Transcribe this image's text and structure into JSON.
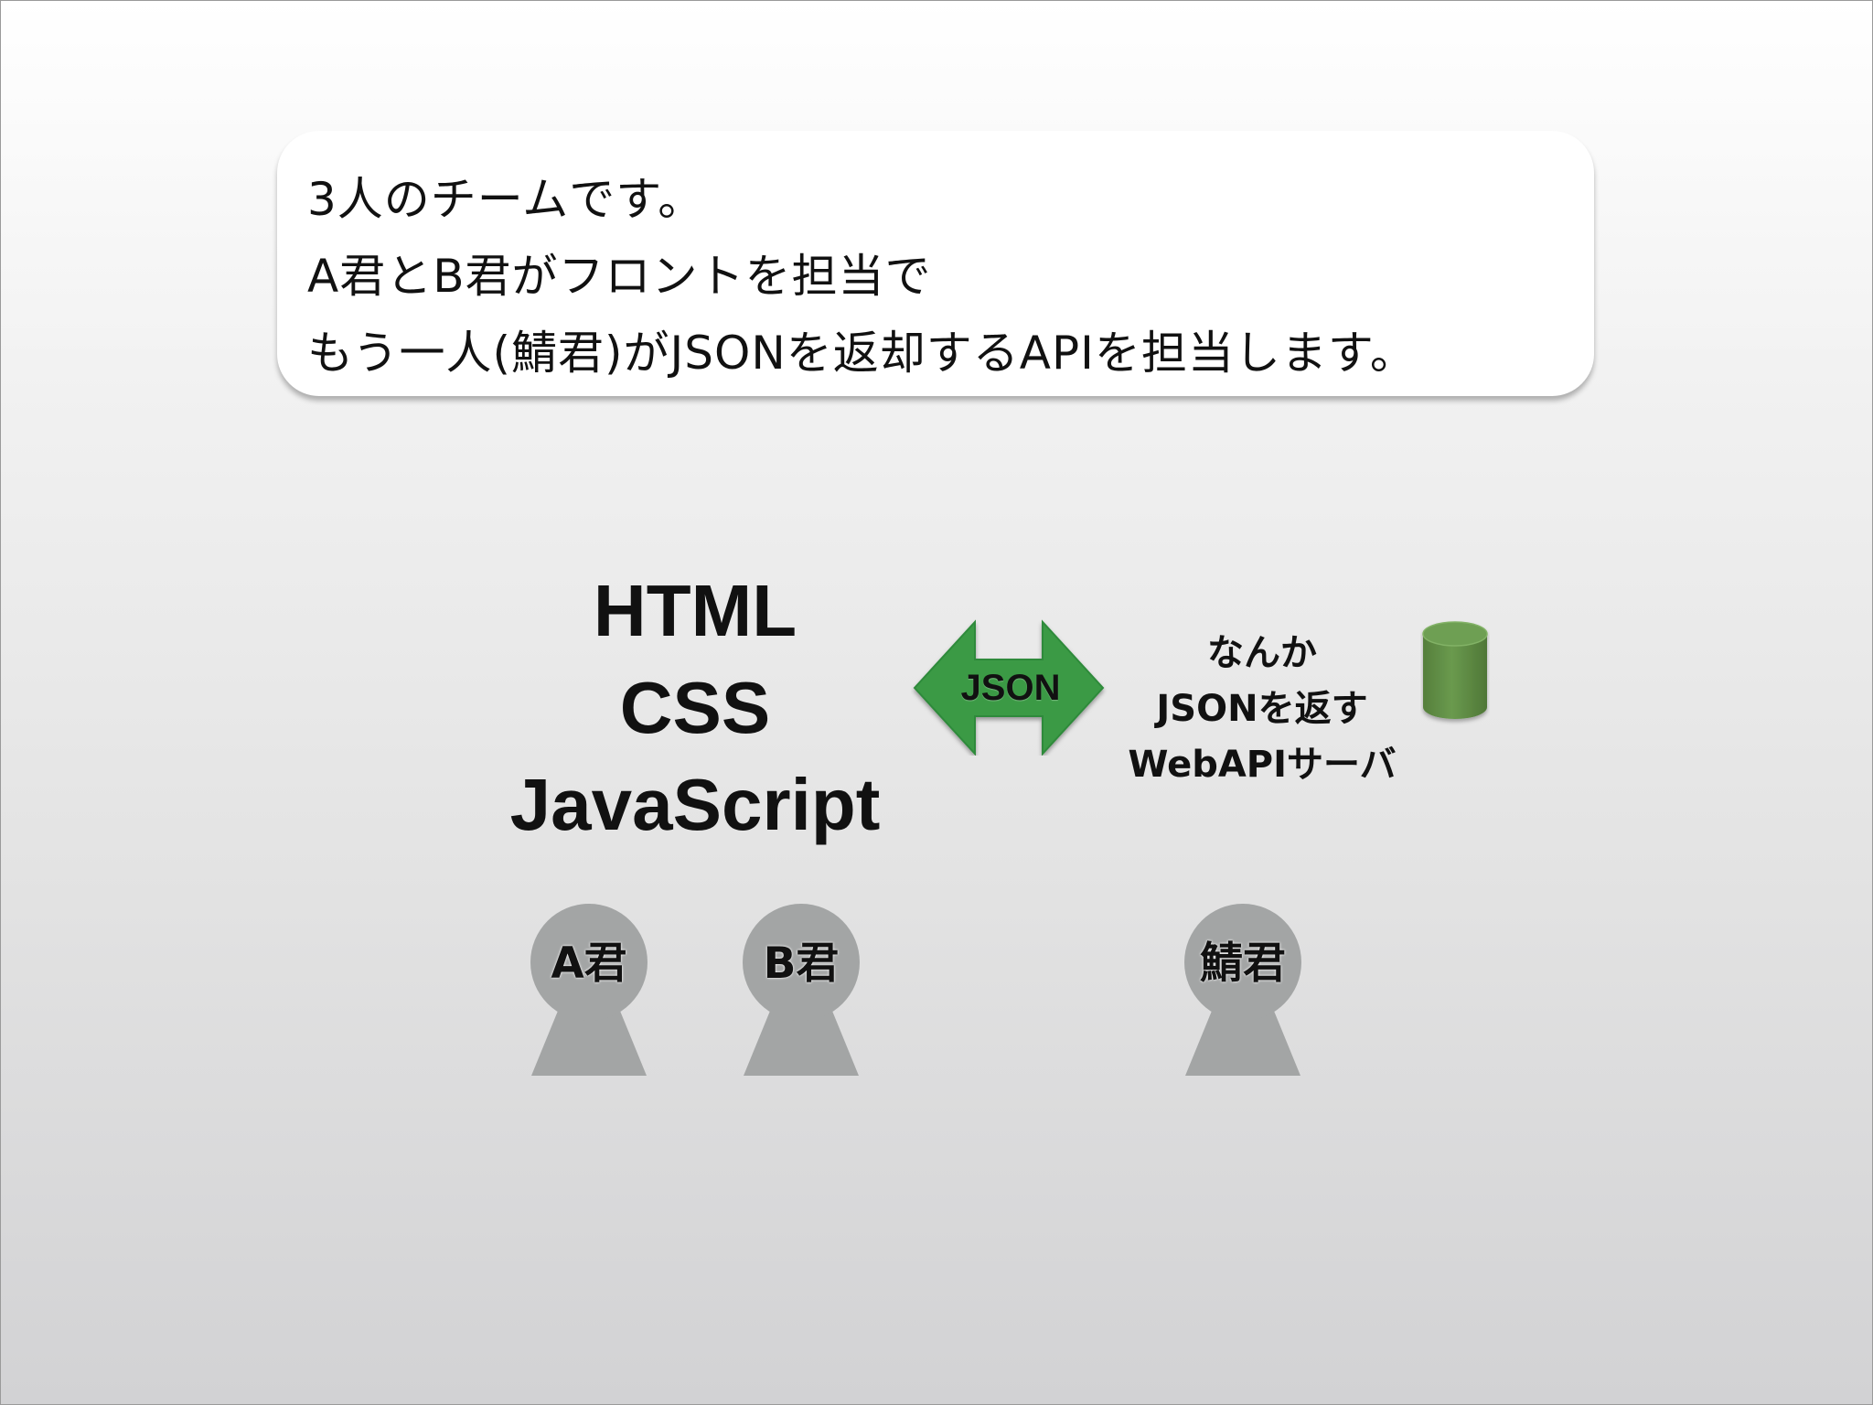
{
  "callout": {
    "lines": [
      "3人のチームです。",
      "A君とB君がフロントを担当で",
      "もう一人(鯖君)がJSONを返却するAPIを担当します。"
    ]
  },
  "front_stack": [
    "HTML",
    "CSS",
    "JavaScript"
  ],
  "arrow": {
    "label": "JSON",
    "color": "#3a9a45"
  },
  "server_label": [
    "なんか",
    "JSONを返す",
    "WebAPIサーバ"
  ],
  "database": {
    "icon": "database-icon",
    "color": "#5f9246"
  },
  "people": [
    {
      "label": "A君",
      "icon": "person-icon"
    },
    {
      "label": "B君",
      "icon": "person-icon"
    },
    {
      "label": "鯖君",
      "icon": "person-icon"
    }
  ],
  "colors": {
    "person": "#a3a5a5"
  }
}
